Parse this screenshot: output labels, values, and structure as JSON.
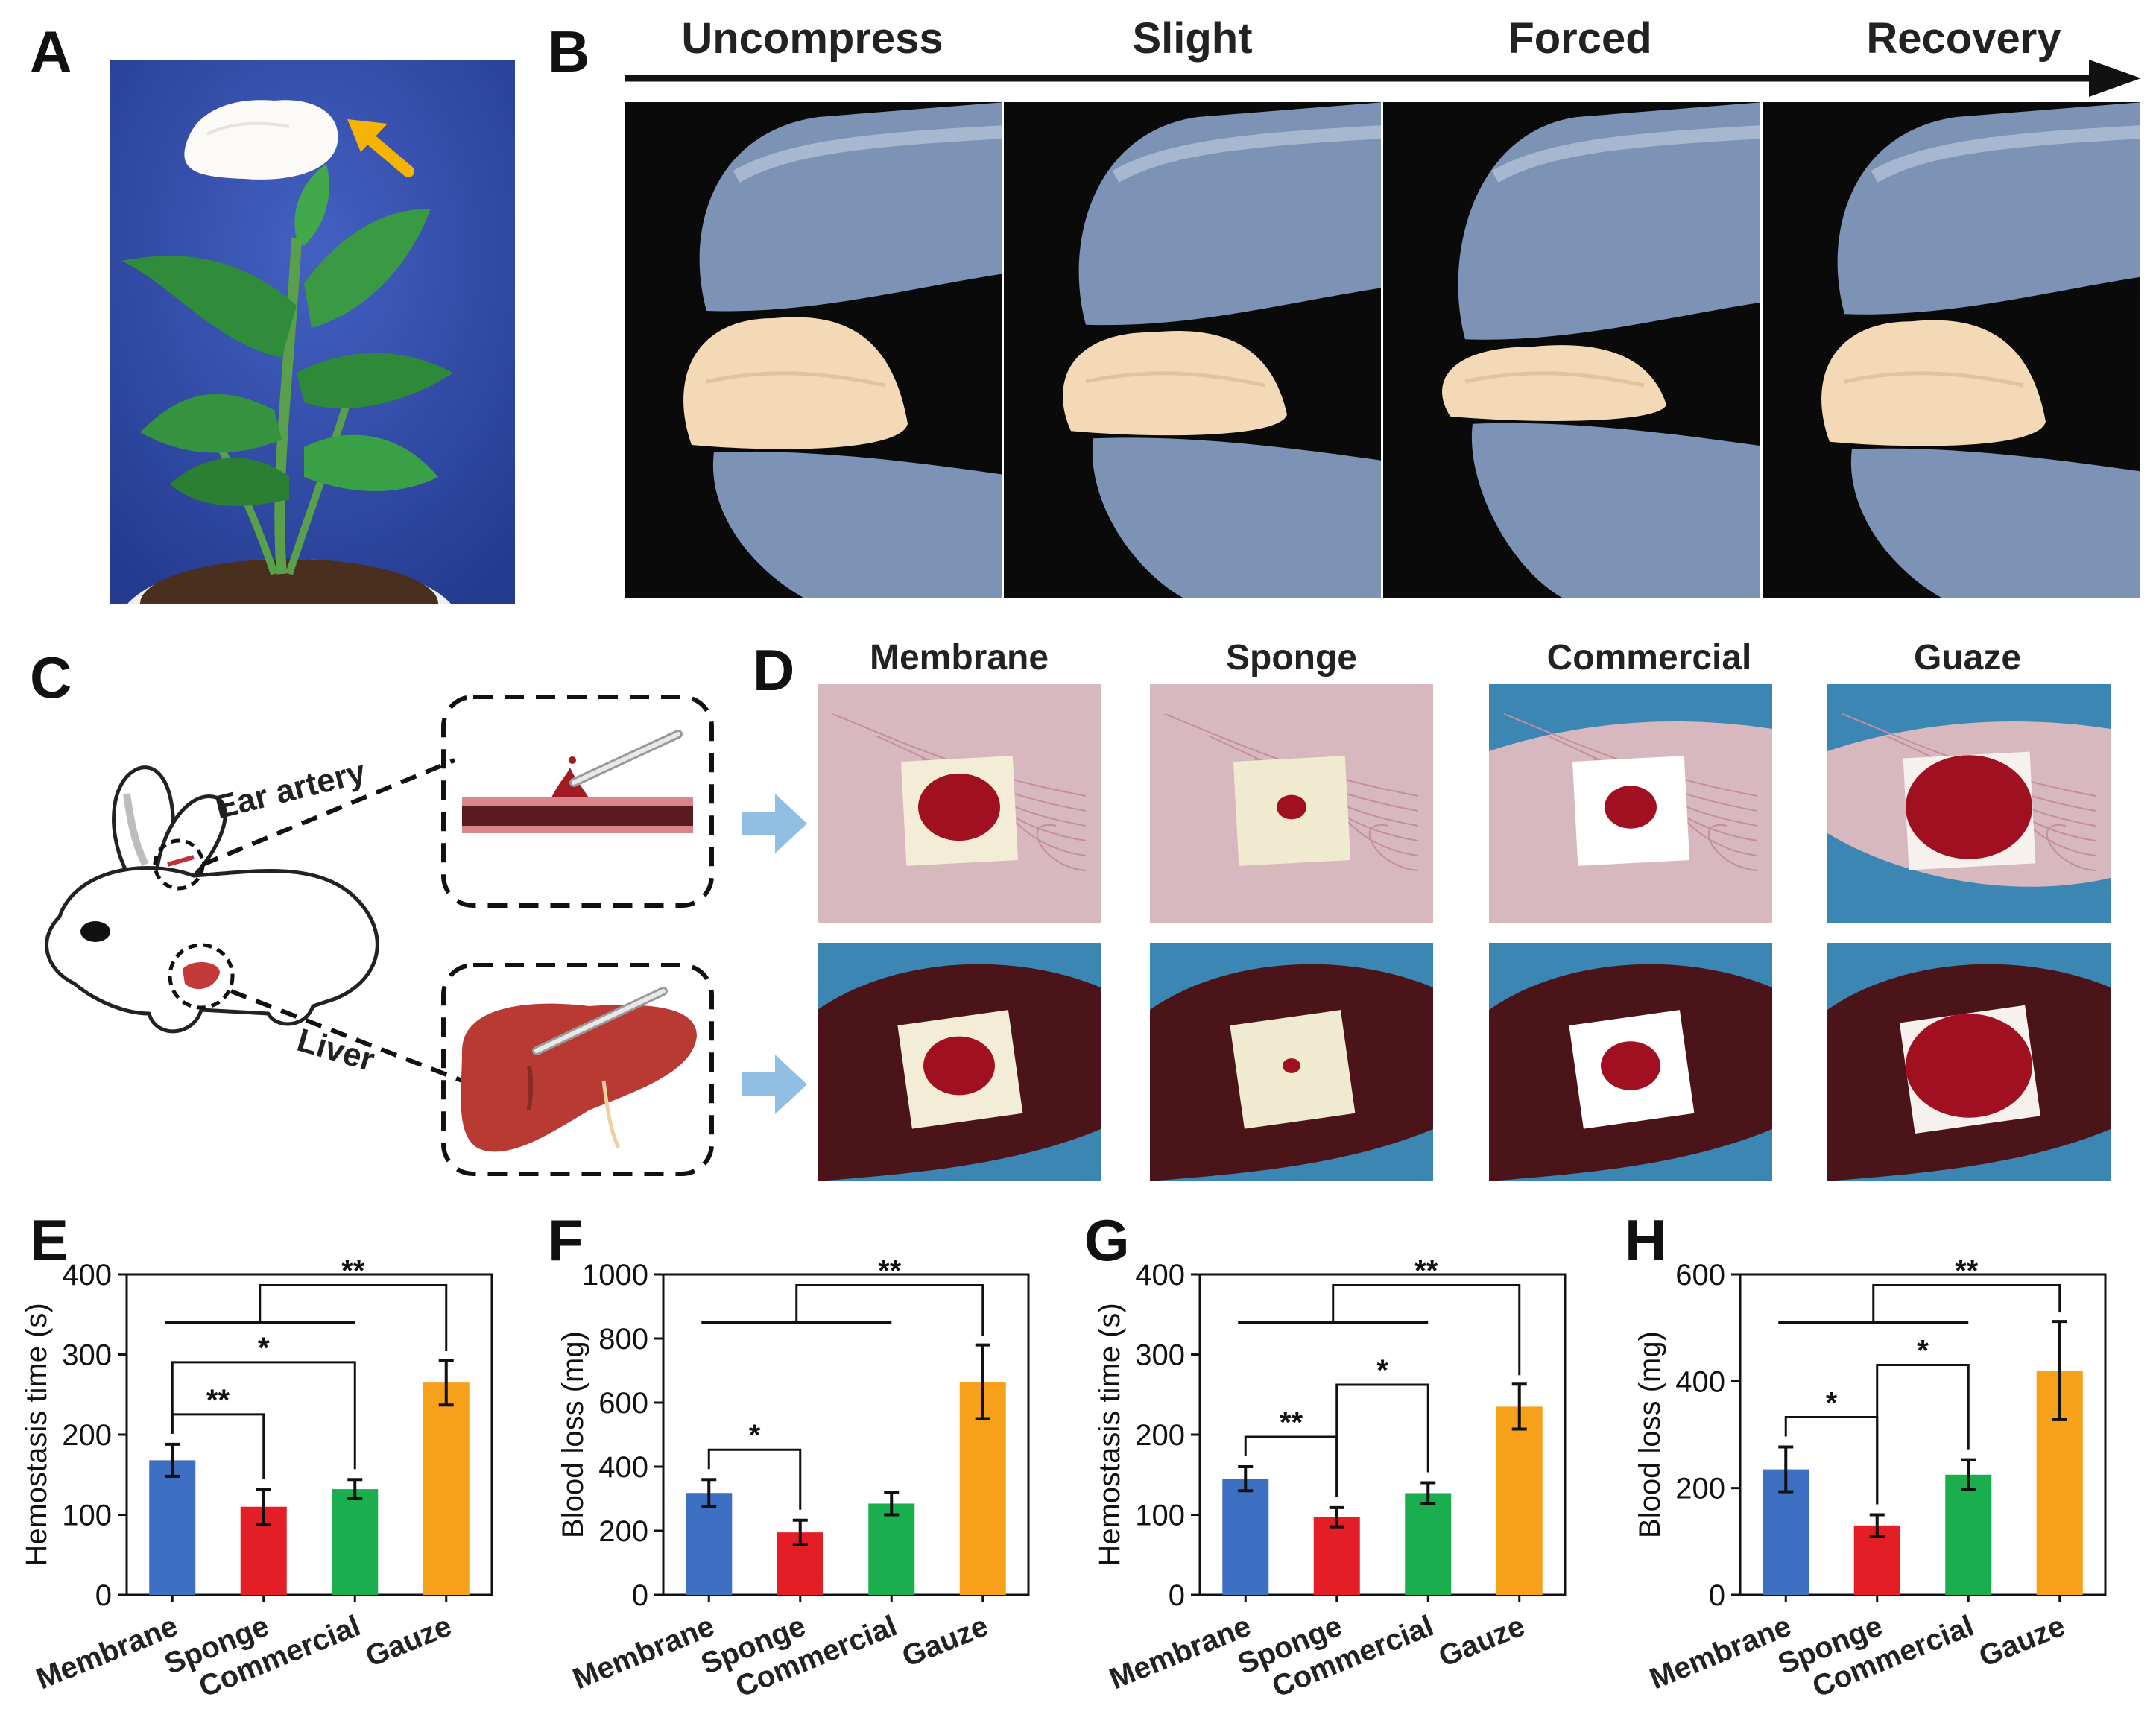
{
  "panel_letters": [
    "A",
    "B",
    "C",
    "D",
    "E",
    "F",
    "G",
    "H"
  ],
  "panel_b": {
    "stages": [
      "Uncompress",
      "Slight",
      "Forced",
      "Recovery"
    ],
    "photo_content": [
      "glove-compression-uncompressed-photo",
      "glove-compression-slight-photo",
      "glove-compression-forced-photo",
      "glove-compression-recovery-photo"
    ]
  },
  "panel_c": {
    "labels": [
      "Ear artery",
      "Liver"
    ]
  },
  "panel_d": {
    "columns": [
      "Membrane",
      "Sponge",
      "Commercial",
      "Guaze"
    ]
  },
  "colors": {
    "membrane": "#3d6fc2",
    "sponge": "#e41e26",
    "commercial": "#1aae4f",
    "gauze": "#f7a01a",
    "plant_background": "#2f4aa6",
    "photo_background": "#0a0a0a",
    "glove": "#7d93b5",
    "material": "#f3d9b5",
    "tissue": "#d7b8bf",
    "liver": "#4a1418",
    "blue_drape": "#3c86b3",
    "blood": "#a01020"
  },
  "chart_data": [
    {
      "type": "bar",
      "panel": "E",
      "categories": [
        "Membrane",
        "Sponge",
        "Commercial",
        "Gauze"
      ],
      "values": [
        168,
        110,
        132,
        265
      ],
      "errors": [
        20,
        22,
        12,
        28
      ],
      "ylabel": "Hemostasis time (s)",
      "ylim": [
        0,
        400
      ],
      "yticks": [
        0,
        100,
        200,
        300,
        400
      ],
      "significance": [
        {
          "from": 0,
          "to": 1,
          "label": "**"
        },
        {
          "from": 0,
          "to": 2,
          "label": "*"
        },
        {
          "group": [
            0,
            2
          ],
          "to": 3,
          "label": "**"
        }
      ]
    },
    {
      "type": "bar",
      "panel": "F",
      "categories": [
        "Membrane",
        "Sponge",
        "Commercial",
        "Gauze"
      ],
      "values": [
        318,
        195,
        285,
        665
      ],
      "errors": [
        42,
        38,
        35,
        115
      ],
      "ylabel": "Blood loss (mg)",
      "ylim": [
        0,
        1000
      ],
      "yticks": [
        0,
        200,
        400,
        600,
        800,
        1000
      ],
      "significance": [
        {
          "from": 0,
          "to": 1,
          "label": "*"
        },
        {
          "group": [
            0,
            2
          ],
          "to": 3,
          "label": "**"
        }
      ]
    },
    {
      "type": "bar",
      "panel": "G",
      "categories": [
        "Membrane",
        "Sponge",
        "Commercial",
        "Gauze"
      ],
      "values": [
        145,
        97,
        127,
        235
      ],
      "errors": [
        15,
        12,
        13,
        28
      ],
      "ylabel": "Hemostasis time (s)",
      "ylim": [
        0,
        400
      ],
      "yticks": [
        0,
        100,
        200,
        300,
        400
      ],
      "significance": [
        {
          "from": 0,
          "to": 1,
          "label": "**"
        },
        {
          "from": 1,
          "to": 2,
          "label": "*"
        },
        {
          "group": [
            0,
            2
          ],
          "to": 3,
          "label": "**"
        }
      ]
    },
    {
      "type": "bar",
      "panel": "H",
      "categories": [
        "Membrane",
        "Sponge",
        "Commercial",
        "Gauze"
      ],
      "values": [
        235,
        130,
        225,
        420
      ],
      "errors": [
        42,
        20,
        28,
        92
      ],
      "ylabel": "Blood loss (mg)",
      "ylim": [
        0,
        600
      ],
      "yticks": [
        0,
        200,
        400,
        600
      ],
      "significance": [
        {
          "from": 0,
          "to": 1,
          "label": "*"
        },
        {
          "from": 1,
          "to": 2,
          "label": "*"
        },
        {
          "group": [
            0,
            2
          ],
          "to": 3,
          "label": "**"
        }
      ]
    }
  ]
}
